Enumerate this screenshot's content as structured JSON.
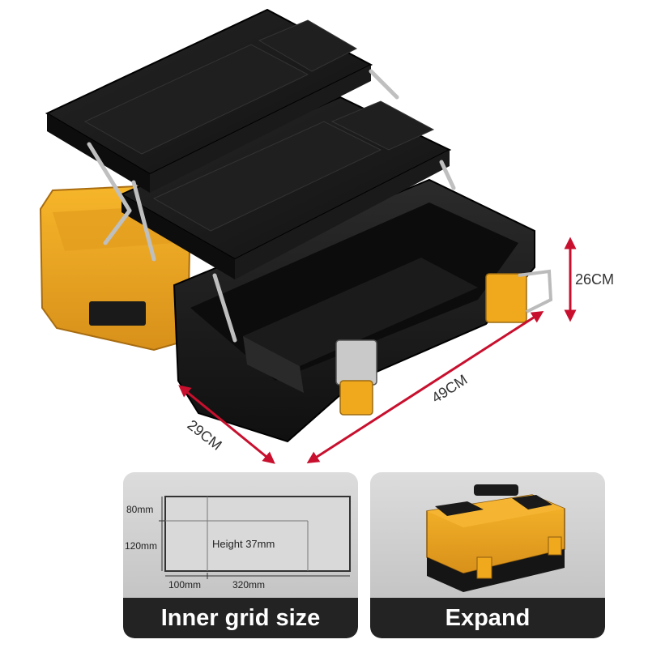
{
  "dimensions": {
    "height_label": "26CM",
    "length_label": "49CM",
    "width_label": "29CM"
  },
  "inner_grid_panel": {
    "label": "Inner grid size",
    "row_top_label": "80mm",
    "row_bottom_label": "120mm",
    "col_left_label": "100mm",
    "col_right_label": "320mm",
    "height_label": "Height 37mm"
  },
  "expand_panel": {
    "label": "Expand"
  },
  "colors": {
    "accent_orange": "#f0a81c",
    "box_black": "#1c1c1c",
    "arrow_red": "#c8102e",
    "label_bar": "#232323"
  }
}
